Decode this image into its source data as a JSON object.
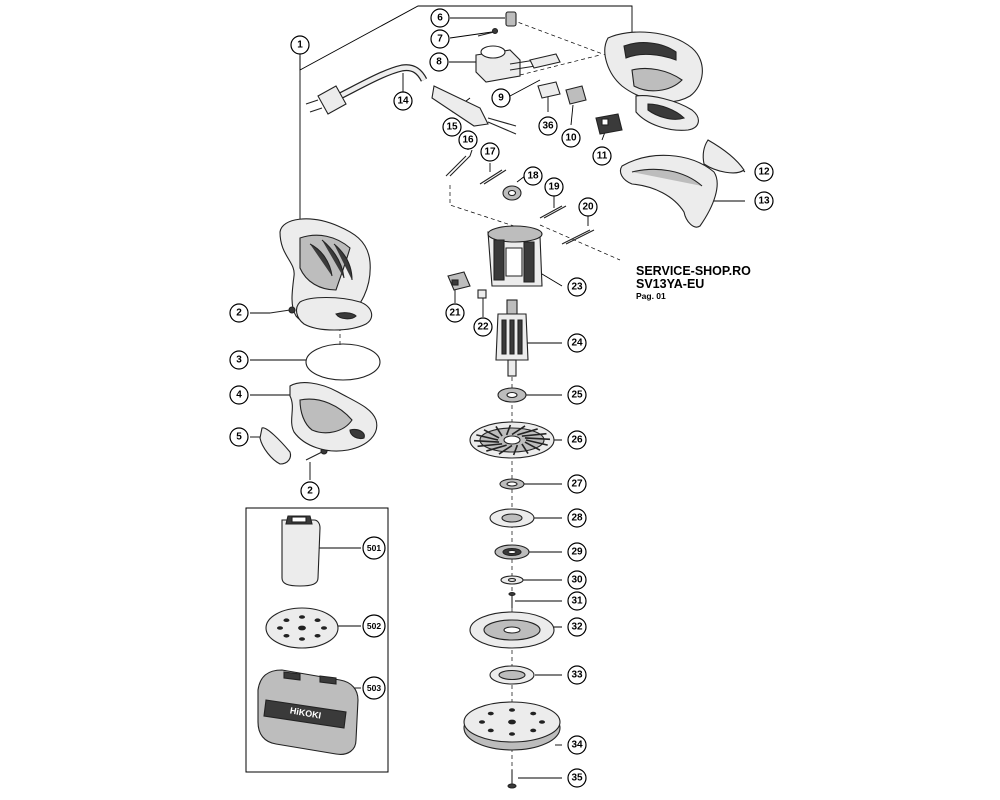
{
  "title_block": {
    "shop": "SERVICE-SHOP.RO",
    "model": "SV13YA-EU",
    "page": "Pag. 01"
  },
  "callouts": [
    {
      "id": "c1",
      "label": "1"
    },
    {
      "id": "c2a",
      "label": "2"
    },
    {
      "id": "c2b",
      "label": "2"
    },
    {
      "id": "c3",
      "label": "3"
    },
    {
      "id": "c4",
      "label": "4"
    },
    {
      "id": "c5",
      "label": "5"
    },
    {
      "id": "c6",
      "label": "6"
    },
    {
      "id": "c7",
      "label": "7"
    },
    {
      "id": "c8",
      "label": "8"
    },
    {
      "id": "c9",
      "label": "9"
    },
    {
      "id": "c10",
      "label": "10"
    },
    {
      "id": "c11",
      "label": "11"
    },
    {
      "id": "c12",
      "label": "12"
    },
    {
      "id": "c13",
      "label": "13"
    },
    {
      "id": "c14",
      "label": "14"
    },
    {
      "id": "c15",
      "label": "15"
    },
    {
      "id": "c16",
      "label": "16"
    },
    {
      "id": "c17",
      "label": "17"
    },
    {
      "id": "c18",
      "label": "18"
    },
    {
      "id": "c19",
      "label": "19"
    },
    {
      "id": "c20",
      "label": "20"
    },
    {
      "id": "c21",
      "label": "21"
    },
    {
      "id": "c22",
      "label": "22"
    },
    {
      "id": "c23",
      "label": "23"
    },
    {
      "id": "c24",
      "label": "24"
    },
    {
      "id": "c25",
      "label": "25"
    },
    {
      "id": "c26",
      "label": "26"
    },
    {
      "id": "c27",
      "label": "27"
    },
    {
      "id": "c28",
      "label": "28"
    },
    {
      "id": "c29",
      "label": "29"
    },
    {
      "id": "c30",
      "label": "30"
    },
    {
      "id": "c31",
      "label": "31"
    },
    {
      "id": "c32",
      "label": "32"
    },
    {
      "id": "c33",
      "label": "33"
    },
    {
      "id": "c34",
      "label": "34"
    },
    {
      "id": "c35",
      "label": "35"
    },
    {
      "id": "c36",
      "label": "36"
    },
    {
      "id": "c501",
      "label": "501"
    },
    {
      "id": "c502",
      "label": "502"
    },
    {
      "id": "c503",
      "label": "503"
    }
  ],
  "case_logo": "HiKOKI"
}
